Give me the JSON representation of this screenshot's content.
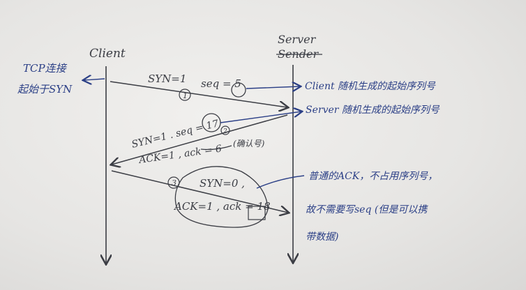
{
  "colors": {
    "pencil": "#3b3d44",
    "pen": "#2b3f86",
    "paper": "#e8e7e5"
  },
  "lifelines": {
    "client_label": "Client",
    "server_label": "Server",
    "server_label_struck": "Sender"
  },
  "messages": {
    "m1": {
      "syn": "SYN=1",
      "seq": "seq = 5",
      "step": "1"
    },
    "m2": {
      "syn_seq": "SYN=1 . seq = 17",
      "ack_line": "ACK=1 , ack = 6",
      "step": "2"
    },
    "m3": {
      "syn": "SYN=0 ,",
      "ack_line": "ACK=1 , ack = 18",
      "step": "3"
    }
  },
  "annotations": {
    "tcp_connect": [
      "TCP连接",
      "起始于SYN"
    ],
    "client_seq": "Client 随机生成的起始序列号",
    "server_seq": "Server 随机生成的起始序列号",
    "confirm": "(确认号)",
    "normal_ack": [
      "普通的ACK，不占用序列号，",
      "故不需要写seq (但是可以携",
      "带数据)"
    ]
  }
}
